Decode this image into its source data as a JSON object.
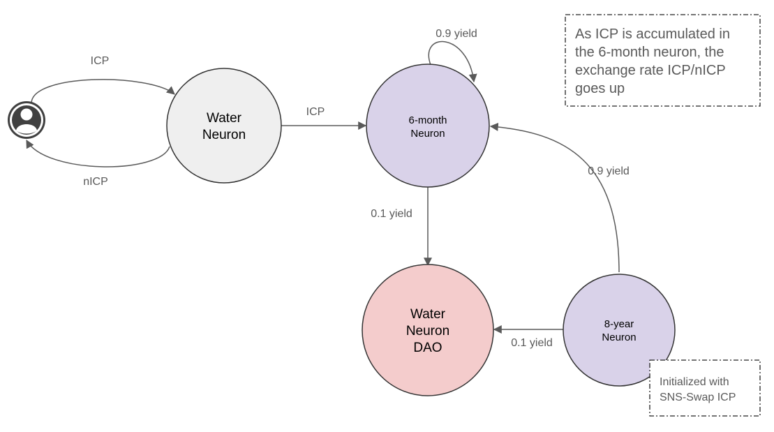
{
  "colors": {
    "line": "#595959",
    "node_border": "#333333",
    "water_neuron_fill": "#efefef",
    "neuron_fill": "#d9d2e9",
    "dao_fill": "#f4cccc",
    "user_icon": "#404040",
    "note_border": "#222222",
    "label_text": "#595959",
    "note_text": "#595959"
  },
  "icons": {
    "user": "user-avatar-icon"
  },
  "nodes": {
    "water_neuron": {
      "line1": "Water",
      "line2": "Neuron"
    },
    "six_month": {
      "line1": "6-month",
      "line2": "Neuron"
    },
    "dao": {
      "line1": "Water",
      "line2": "Neuron",
      "line3": "DAO"
    },
    "eight_year": {
      "line1": "8-year",
      "line2": "Neuron"
    }
  },
  "edges": {
    "user_to_water": "ICP",
    "water_to_user": "nICP",
    "water_to_six_month": "ICP",
    "six_month_self": "0.9 yield",
    "six_month_to_dao": "0.1 yield",
    "eight_year_to_six_month": "0.9 yield",
    "eight_year_to_dao": "0.1 yield"
  },
  "notes": {
    "exchange_rate": {
      "line1": "As ICP is accumulated in",
      "line2": "the 6-month neuron, the",
      "line3": "exchange rate ICP/nICP",
      "line4": "goes up"
    },
    "initialized": {
      "line1": "Initialized with",
      "line2": "SNS-Swap ICP"
    }
  }
}
